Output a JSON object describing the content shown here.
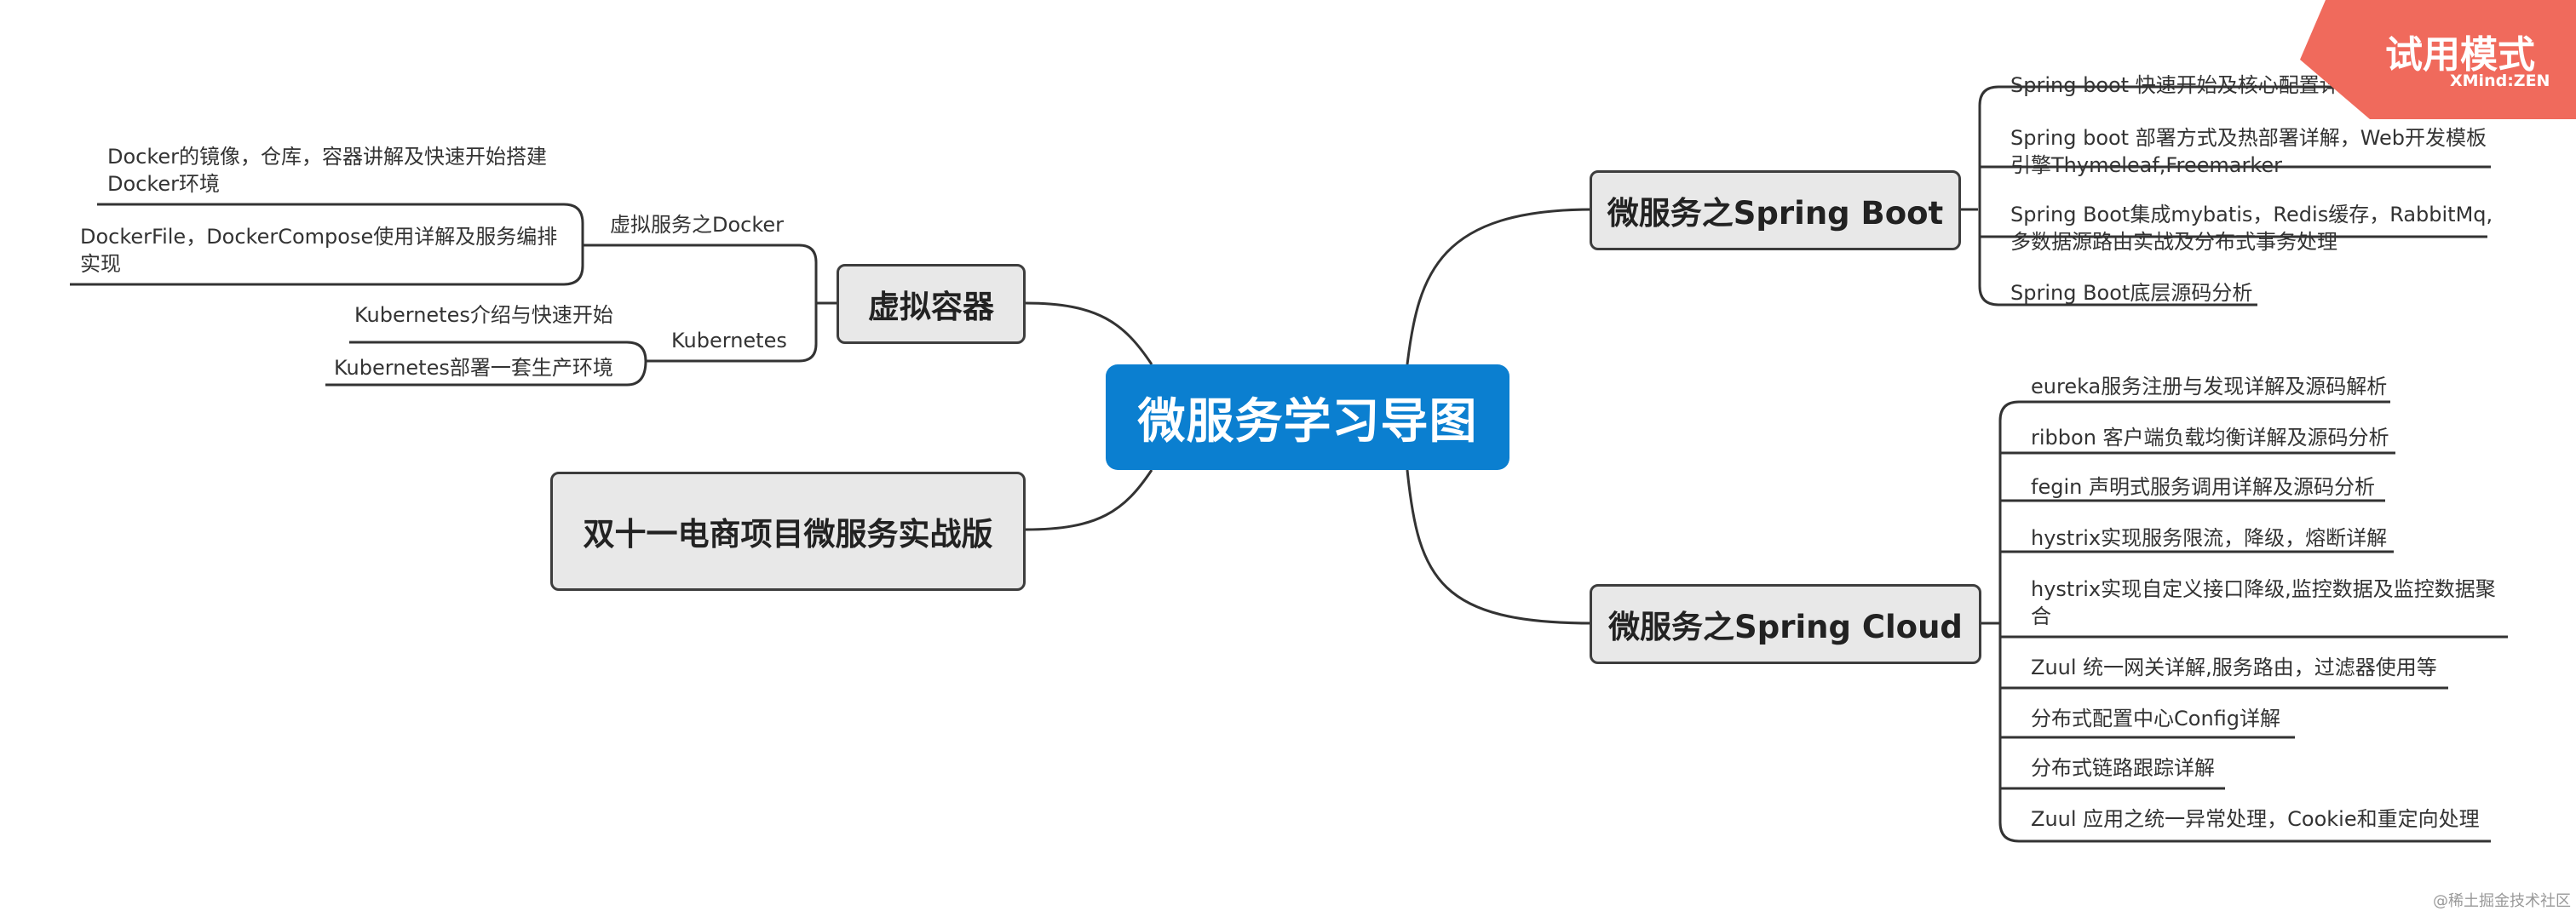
{
  "central": "微服务学习导图",
  "spring_boot": {
    "title": "微服务之Spring Boot",
    "items": [
      "Spring boot 快速开始及核心配置详解",
      "Spring boot 部署方式及热部署详解，Web开发模板引擎Thymeleaf,Freemarker",
      "Spring Boot集成mybatis，Redis缓存，RabbitMq,多数据源路由实战及分布式事务处理",
      "Spring Boot底层源码分析"
    ]
  },
  "spring_cloud": {
    "title": "微服务之Spring Cloud",
    "items": [
      "eureka服务注册与发现详解及源码解析",
      "ribbon 客户端负载均衡详解及源码分析",
      "fegin 声明式服务调用详解及源码分析",
      "hystrix实现服务限流，降级，熔断详解",
      "hystrix实现自定义接口降级,监控数据及监控数据聚合",
      "Zuul 统一网关详解,服务路由，过滤器使用等",
      "分布式配置中心Config详解",
      "分布式链路跟踪详解",
      "Zuul 应用之统一异常处理，Cookie和重定向处理"
    ]
  },
  "virtual": {
    "title": "虚拟容器",
    "docker": {
      "label": "虚拟服务之Docker",
      "items": [
        "Docker的镜像，仓库，容器讲解及快速开始搭建Docker环境",
        "DockerFile，DockerCompose使用详解及服务编排实现"
      ]
    },
    "kubernetes": {
      "label": "Kubernetes",
      "items": [
        "Kubernetes介绍与快速开始",
        "Kubernetes部署一套生产环境"
      ]
    }
  },
  "project": {
    "title": "双十一电商项目微服务实战版"
  },
  "badge": {
    "title": "试用模式",
    "sub": "XMind:ZEN",
    "color": "#f06a5c"
  },
  "footer": "@稀土掘金技术社区",
  "colors": {
    "central": "#0b7fd0",
    "line": "#333333"
  }
}
